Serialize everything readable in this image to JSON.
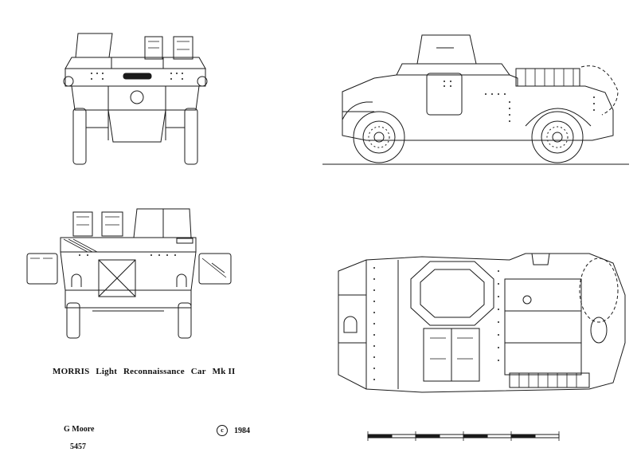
{
  "title": {
    "maker": "MORRIS",
    "words": [
      "Light",
      "Reconnaissance",
      "Car",
      "Mk II"
    ]
  },
  "author": "G Moore",
  "copyright": {
    "symbol": "c",
    "year": "1984"
  },
  "sheet_number": "5457",
  "colors": {
    "line": "#1a1a1a",
    "paper": "#ffffff"
  },
  "views": [
    "front-view",
    "side-view",
    "rear-view",
    "top-view",
    "scale-bar"
  ]
}
